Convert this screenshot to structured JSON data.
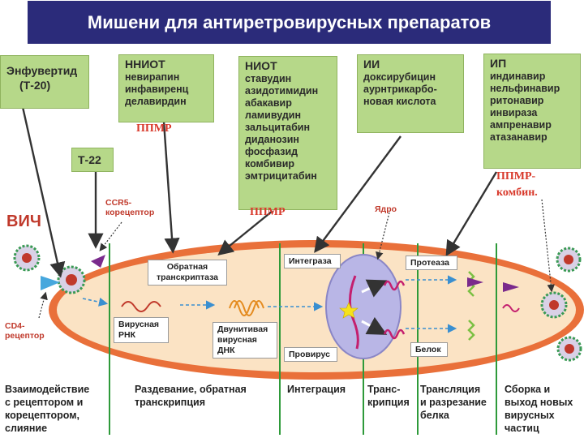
{
  "title": "Мишени для антиретровирусных препаратов",
  "drug_boxes": {
    "enfuvirtide": {
      "line1": "Энфувертид",
      "line2": "(Т-20)"
    },
    "t22": {
      "label": "Т-22"
    },
    "nniot": {
      "header": "ННИОТ",
      "drugs": [
        "невирапин",
        "инфавиренц",
        "делавирдин"
      ],
      "note": "ППМР"
    },
    "niot": {
      "header": "НИОТ",
      "drugs": [
        "ставудин",
        "азидотимидин",
        "абакавир",
        "ламивудин",
        "зальцитабин",
        "диданозин",
        "фосфазид",
        "комбивир",
        "эмтрицитабин"
      ],
      "note": "ППМР"
    },
    "ii": {
      "header": "ИИ",
      "drugs": [
        "доксирубицин",
        "аурнтрикарбо-",
        "новая кислота"
      ]
    },
    "ip": {
      "header": "ИП",
      "drugs": [
        "индинавир",
        "нельфинавир",
        "ритонавир",
        "инвираза",
        "ампренавир",
        "атазанавир"
      ],
      "note1": "ППМР-",
      "note2": "комбин."
    }
  },
  "cell_labels": {
    "hiv": "ВИЧ",
    "ccr5_line1": "CCR5-",
    "ccr5_line2": "корецептор",
    "cd4_line1": "CD4-",
    "cd4_line2": "рецептор",
    "nucleus": "Ядро",
    "reverse_transcriptase_1": "Обратная",
    "reverse_transcriptase_2": "транскриптаза",
    "viral_rna_1": "Вирусная",
    "viral_rna_2": "РНК",
    "dsdna_1": "Двунитивая",
    "dsdna_2": "вирусная",
    "dsdna_3": "ДНК",
    "integrase": "Интеграза",
    "provirus": "Провирус",
    "protease": "Протеаза",
    "protein": "Белок"
  },
  "stages": [
    {
      "lines": [
        "Взаимодействие",
        "с рецептором и",
        "корецептором,",
        "слияние"
      ]
    },
    {
      "lines": [
        "Раздевание, обратная",
        "транскрипция"
      ]
    },
    {
      "lines": [
        "Интеграция"
      ]
    },
    {
      "lines": [
        "Транс-",
        "крипция"
      ]
    },
    {
      "lines": [
        "Трансляция",
        "и разрезание",
        "белка"
      ]
    },
    {
      "lines": [
        "Сборка и",
        "выход новых",
        "вирусных",
        "частиц"
      ]
    }
  ],
  "colors": {
    "title_bg": "#2b2b7a",
    "box_green": "#b6d889",
    "cell_fill": "#fbe3c4",
    "cell_border": "#e9703a",
    "nucleus_fill": "#b9b6e6",
    "divider_green": "#2e9a3a",
    "note_red": "#d8392b"
  }
}
